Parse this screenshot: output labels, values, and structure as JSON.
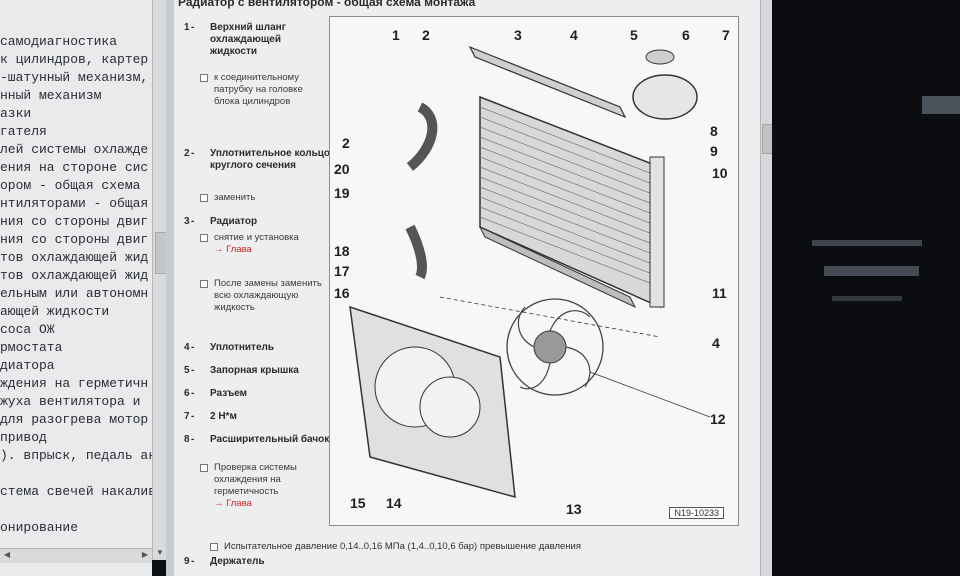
{
  "left_pane": {
    "lines": [
      "самодиагностика",
      "к цилиндров, картер",
      "-шатунный механизм,",
      "нный механизм",
      "азки",
      "гателя",
      "лей системы охлажде",
      "ения на стороне сис",
      "ором - общая схема",
      "нтиляторами - общая",
      "ния со стороны двиг",
      "ния со стороны двиг",
      "тов охлаждающей жид",
      "тов охлаждающей жид",
      "ельным или автономн",
      "ающей жидкости",
      "соса ОЖ",
      "рмостата",
      "диатора",
      "ждения на герметичн",
      "жуха вентилятора и",
      "для разогрева мотор",
      " привод",
      "). впрыск, педаль ак",
      "",
      "стема свечей накалив",
      "",
      "онирование"
    ]
  },
  "main": {
    "title": "Радиатор с вентилятором - общая схема монтажа",
    "legend": [
      {
        "num": "1",
        "title": "Верхний шланг охлаждающей жидкости",
        "subs": [
          {
            "text": "к соединительному патрубку на головке блока цилиндров",
            "link": ""
          }
        ]
      },
      {
        "num": "2",
        "title": "Уплотнительное кольцо круглого сечения",
        "subs": [
          {
            "text": "заменить",
            "link": ""
          }
        ]
      },
      {
        "num": "3",
        "title": "Радиатор",
        "subs": [
          {
            "text": "снятие и установка",
            "link": "→ Глава"
          },
          {
            "text": "После замены заменить всю охлаждающую жидкость",
            "link": ""
          }
        ]
      },
      {
        "num": "4",
        "title": "Уплотнитель",
        "subs": []
      },
      {
        "num": "5",
        "title": "Запорная крышка",
        "subs": []
      },
      {
        "num": "6",
        "title": "Разъем",
        "subs": []
      },
      {
        "num": "7",
        "title": "2 Н*м",
        "subs": []
      },
      {
        "num": "8",
        "title": "Расширительный бачок",
        "subs": [
          {
            "text": "Проверка системы охлаждения на герметичность",
            "link": "→ Глава"
          }
        ]
      }
    ],
    "footnote": "Испытательное давление 0,14..0,16 МПа (1,4..0,10,6 бар) превышение давления",
    "bottom_item": {
      "num": "9",
      "title": "Держатель"
    },
    "figure_id": "N19-10233",
    "diagram_labels": [
      "1",
      "2",
      "3",
      "4",
      "5",
      "6",
      "7",
      "8",
      "9",
      "10",
      "2",
      "20",
      "19",
      "18",
      "17",
      "16",
      "11",
      "4",
      "12",
      "15",
      "14",
      "13"
    ]
  },
  "colors": {
    "page_bg": "#eceef0",
    "left_pane_bg": "#e9eaec",
    "link": "#cc2a2a",
    "monitor": "#0b0d10"
  }
}
